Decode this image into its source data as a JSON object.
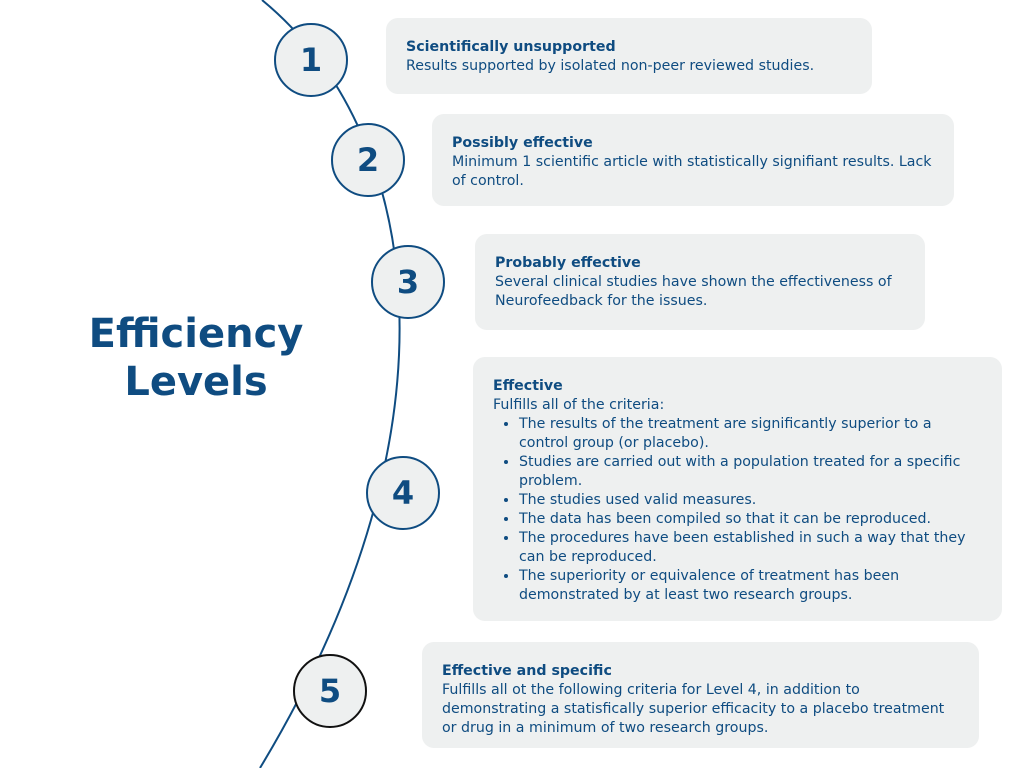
{
  "title": {
    "line1": "Efficiency",
    "line2": "Levels"
  },
  "colors": {
    "primary": "#0f4c81",
    "card_bg": "#eef0f0",
    "circle_bg": "#eef0f0",
    "level5_border": "#111111"
  },
  "levels": [
    {
      "number": "1",
      "heading": "Scientifically unsupported",
      "text": "Results supported by isolated non-peer reviewed studies."
    },
    {
      "number": "2",
      "heading": "Possibly effective",
      "text": "Minimum 1 scientific article with statistically signifiant results. Lack of control."
    },
    {
      "number": "3",
      "heading": "Probably effective",
      "text": "Several clinical studies have shown the effectiveness of Neurofeedback for the issues."
    },
    {
      "number": "4",
      "heading": "Effective",
      "text": "Fulfills all of the criteria:",
      "bullets": [
        "The results of the treatment are significantly superior to a control group (or placebo).",
        "Studies are carried out with a population treated for a specific problem.",
        "The studies used valid measures.",
        "The data has been compiled so that it can be reproduced.",
        "The procedures have been established in such a way that they can be reproduced.",
        "The superiority or equivalence of treatment has been demonstrated by at least two research groups."
      ]
    },
    {
      "number": "5",
      "heading": "Effective and specific",
      "text": "Fulfills all ot the following criteria for Level 4, in addition to demonstrating a statisfically superior efficacity to a placebo treatment or drug in a minimum of two research groups."
    }
  ]
}
